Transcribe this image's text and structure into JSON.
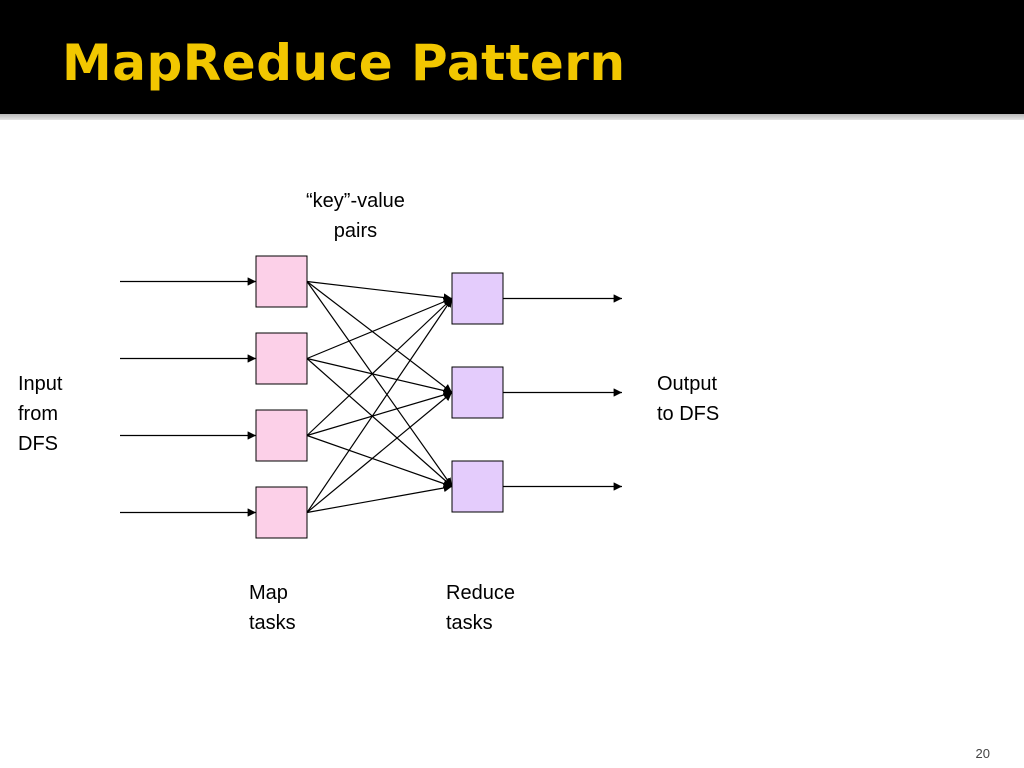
{
  "slide": {
    "title": "MapReduce Pattern",
    "number": "20",
    "title_color": "#f2c700",
    "title_bar_color": "#000000"
  },
  "labels": {
    "kv_line1": "“key”-value",
    "kv_line2": "pairs",
    "input_line1": "Input",
    "input_line2": "from",
    "input_line3": "DFS",
    "output_line1": "Output",
    "output_line2": "to DFS",
    "map_line1": "Map",
    "map_line2": "tasks",
    "reduce_line1": "Reduce",
    "reduce_line2": "tasks"
  },
  "diagram": {
    "map_task_count": 4,
    "reduce_task_count": 3,
    "map_task_color": "#fcd0e8",
    "reduce_task_color": "#e4ccfc",
    "shuffle": "every map task sends key-value pairs to every reduce task"
  }
}
